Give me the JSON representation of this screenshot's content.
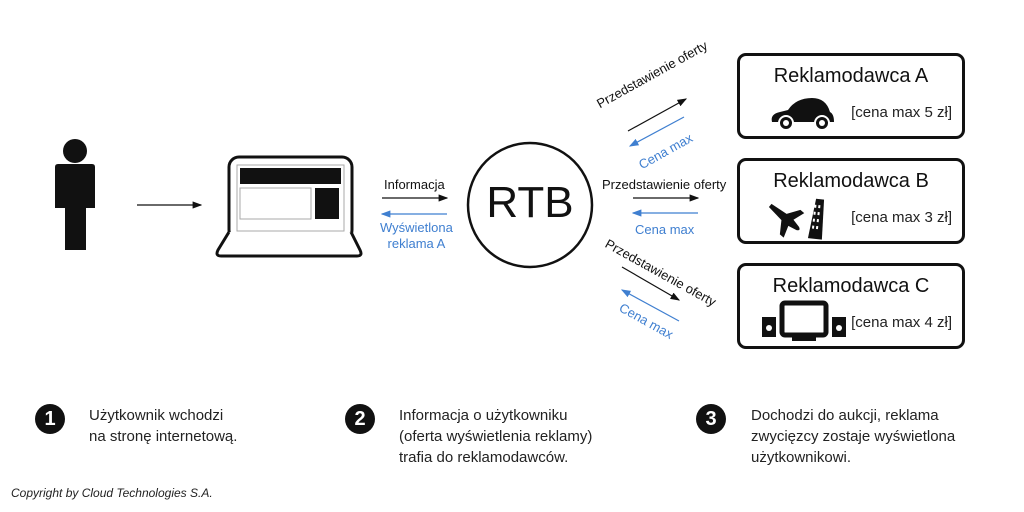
{
  "diagram": {
    "user_to_laptop": "",
    "laptop_rtb": {
      "request_label": "Informacja",
      "response_label": "Wyświetlona\nreklama A"
    },
    "rtb_label": "RTB",
    "links": [
      {
        "to": "A",
        "offer_label": "Przedstawienie oferty",
        "price_label": "Cena max"
      },
      {
        "to": "B",
        "offer_label": "Przedstawienie oferty",
        "price_label": "Cena max"
      },
      {
        "to": "C",
        "offer_label": "Przedstawienie oferty",
        "price_label": "Cena max"
      }
    ],
    "advertisers": [
      {
        "name": "Reklamodawca A",
        "price": "[cena max 5 zł]",
        "icon": "car-icon"
      },
      {
        "name": "Reklamodawca B",
        "price": "[cena max 3 zł]",
        "icon": "travel-icon"
      },
      {
        "name": "Reklamodawca C",
        "price": "[cena max 4 zł]",
        "icon": "tv-speakers-icon"
      }
    ],
    "colors": {
      "ink": "#111111",
      "accent": "#3f7fd0"
    }
  },
  "steps": [
    {
      "number": "1",
      "text": "Użytkownik wchodzi\nna stronę internetową."
    },
    {
      "number": "2",
      "text": "Informacja o użytkowniku\n(oferta wyświetlenia reklamy)\ntrafia do reklamodawców."
    },
    {
      "number": "3",
      "text": "Dochodzi do aukcji, reklama\nzwycięzcy zostaje wyświetlona\nużytkownikowi."
    }
  ],
  "copyright": "Copyright by Cloud Technologies S.A."
}
